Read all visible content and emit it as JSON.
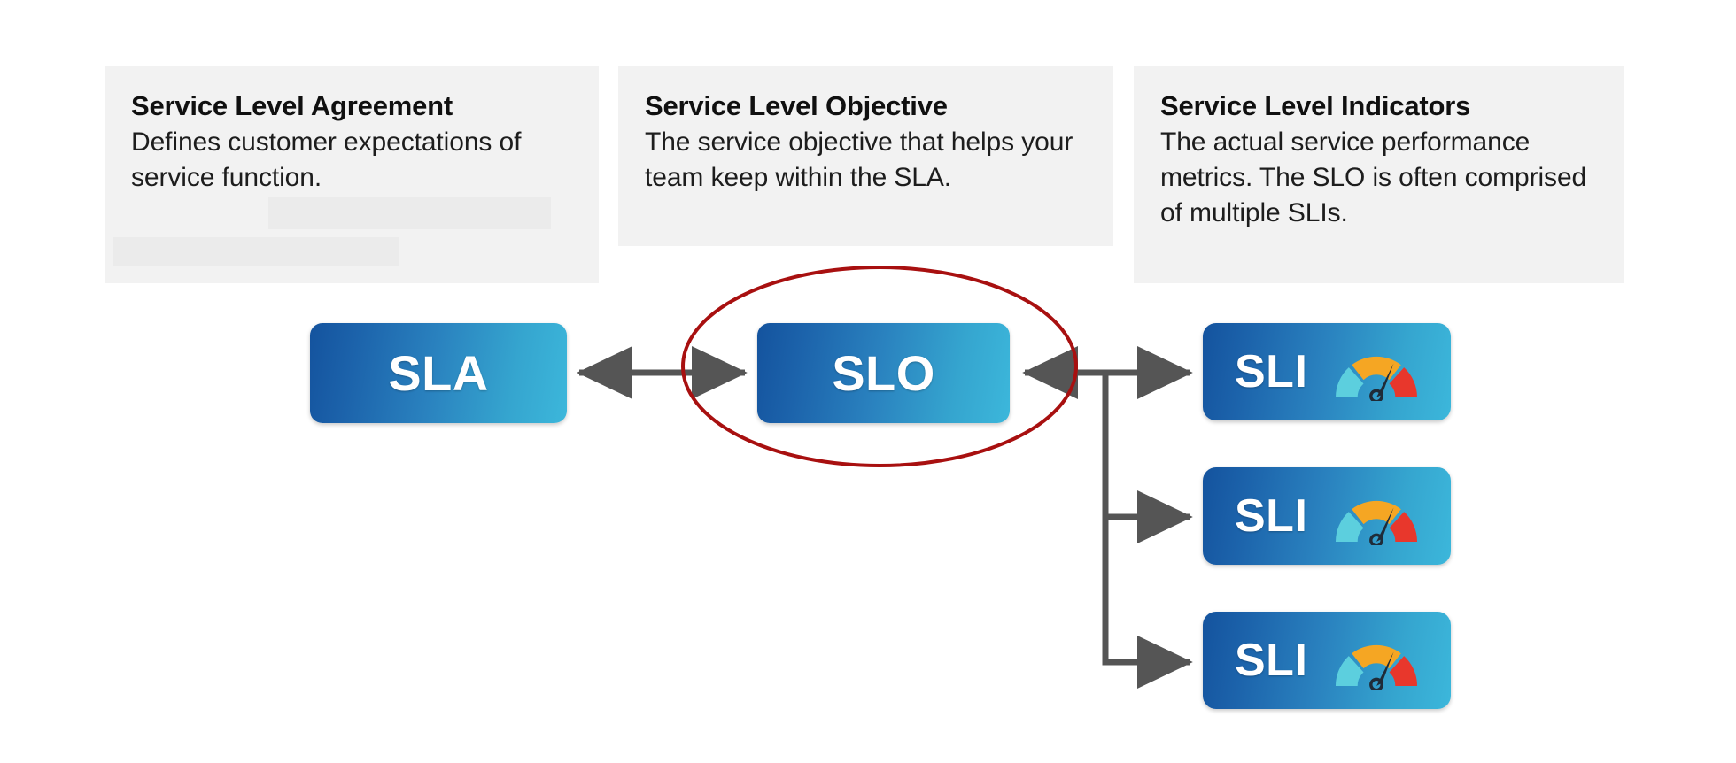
{
  "diagram": {
    "title": "SLA / SLO / SLI relationship diagram",
    "background_color": "#ffffff"
  },
  "panels": [
    {
      "id": "sla",
      "title": "Service Level Agreement",
      "body": "Defines customer expectations of service function.",
      "background_color": "#f2f2f2",
      "redactions": 2
    },
    {
      "id": "slo",
      "title": "Service Level Objective",
      "body": "The service objective that helps your team keep within the SLA.",
      "background_color": "#f2f2f2",
      "redactions": 0
    },
    {
      "id": "sli",
      "title": "Service Level Indicators",
      "body": "The actual service performance metrics. The SLO is often comprised of multiple SLIs.",
      "background_color": "#f2f2f2",
      "redactions": 0
    }
  ],
  "nodes": {
    "sla": {
      "label": "SLA"
    },
    "slo": {
      "label": "SLO"
    },
    "sli": [
      {
        "label": "SLI",
        "icon": "gauge-icon"
      },
      {
        "label": "SLI",
        "icon": "gauge-icon"
      },
      {
        "label": "SLI",
        "icon": "gauge-icon"
      }
    ]
  },
  "colors": {
    "node_gradient_start": "#14539e",
    "node_gradient_end": "#3cb7db",
    "node_text": "#ffffff",
    "panel_background": "#f2f2f2",
    "redaction_block": "#ebebeb",
    "heading_text": "#101010",
    "body_text": "#1d1d1d",
    "connector": "#555555",
    "highlight_ellipse": "#a81010",
    "gauge_teal": "#5ccfde",
    "gauge_orange": "#f5a623",
    "gauge_red": "#e8372c",
    "gauge_needle": "#1f2b38"
  },
  "connectors": [
    {
      "id": "sla-slo",
      "from": "SLA",
      "to": "SLO",
      "style": "double-arrow"
    },
    {
      "id": "slo-sli-1",
      "from": "SLI",
      "to": "SLO",
      "style": "arrow-both-ends"
    },
    {
      "id": "slo-sli-2",
      "from": "SLO",
      "to": "SLI",
      "style": "arrow"
    },
    {
      "id": "slo-sli-3",
      "from": "SLO",
      "to": "SLI",
      "style": "arrow"
    }
  ],
  "highlight": {
    "target": "SLO",
    "shape": "ellipse",
    "color": "#a81010"
  },
  "gauge": {
    "segments": [
      {
        "name": "low",
        "color": "#5ccfde",
        "start_deg": 180,
        "end_deg": 123
      },
      {
        "name": "mid",
        "color": "#f5a623",
        "start_deg": 118,
        "end_deg": 61
      },
      {
        "name": "high",
        "color": "#e8372c",
        "start_deg": 56,
        "end_deg": 0
      }
    ],
    "needle_angle_deg": 72
  }
}
